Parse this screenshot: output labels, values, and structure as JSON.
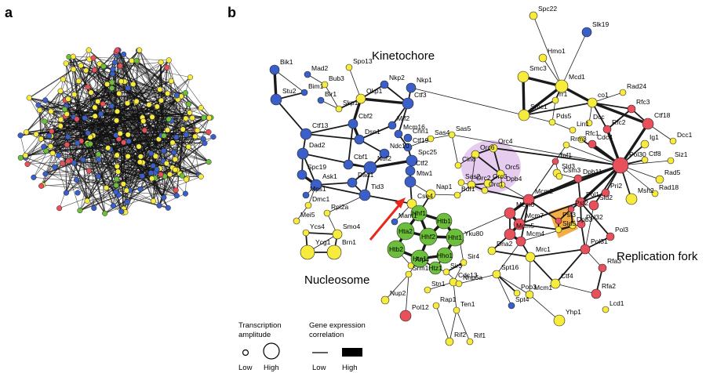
{
  "panels": {
    "a": "a",
    "b": "b"
  },
  "colors": {
    "blue": "#3a5fc8",
    "red": "#e8505b",
    "yellow": "#f7ec3b",
    "green": "#6cbf3a",
    "edge": "#1a1a1a",
    "halo": "#e2c4ec",
    "square": "#f2a93b",
    "arrow": "#e8281c"
  },
  "regions": {
    "kinetochore": "Kinetochore",
    "nucleosome": "Nucleosome",
    "replication_fork": "Replication fork"
  },
  "legend": {
    "amp_title_1": "Transcription",
    "amp_title_2": "amplitude",
    "corr_title_1": "Gene expression",
    "corr_title_2": "correlation",
    "amp_low": "Low",
    "amp_high": "High",
    "corr_low": "Low",
    "corr_high": "High"
  },
  "gene_labels": [
    "Spc22",
    "Slk19",
    "Hmo1",
    "Smc3",
    "Mcd1",
    "Smc1",
    "rr1",
    "Pds5",
    "Lin1",
    "co1",
    "Rad24",
    "Rfc3",
    "Dcc",
    "Ctf18",
    "Rfc2",
    "Cdc4",
    "Rfc1",
    "Dcc1",
    "Ig1",
    "Ctf8",
    "Rrm3",
    "Pol30",
    "Siz1",
    "Rad5",
    "Rad18",
    "Msh2",
    "Sld2",
    "Pri2",
    "Pol1",
    "Pol32",
    "Pol3",
    "Pol31",
    "Rfa3",
    "Rfa2",
    "Ctf4",
    "Lcd1",
    "Yhp1",
    "Mcm1",
    "Pob3",
    "Spt4",
    "Spt16",
    "Cdc13",
    "Rap1",
    "Ten1",
    "Rif2",
    "Rif1",
    "Pol12",
    "Nup2",
    "Srm1",
    "Stn1",
    "Nhp6a",
    "Sir3",
    "Sir4",
    "Arp4",
    "Yku80",
    "Dna2",
    "Mrc1",
    "Mcm5",
    "Mcm7",
    "Mcm6",
    "Mcm2",
    "Mcm4",
    "Psf2",
    "Psf3",
    "Sld5",
    "Dpb3",
    "Dpb11",
    "Orc1",
    "Orc2",
    "Orc3",
    "Orc4",
    "Orc5",
    "Orc6",
    "Dpb4",
    "Sld3",
    "Csm3",
    "Tof1",
    "Bik1",
    "Mad2",
    "Spo13",
    "Stu2",
    "Bim1",
    "Bub3",
    "Bir1",
    "Skp1",
    "Okp1",
    "Nkp2",
    "Nkp1",
    "Ctf3",
    "Mcm16",
    "Mif2",
    "Cnn1",
    "Ctf19",
    "Ctf13",
    "Cbf2",
    "Dad2",
    "Cbf1",
    "Nuf2",
    "Spc19",
    "Ask1",
    "Dad1",
    "Dsn1",
    "Mps1",
    "Tid3",
    "Dmc1",
    "Mei5",
    "Rpl2a",
    "Ycs4",
    "Smo4",
    "Ycg1",
    "Brn1",
    "Mam1",
    "Cse4",
    "Hhf1",
    "Hta2",
    "Hhf2",
    "Htb1",
    "Hht1",
    "Htb2",
    "Hta1",
    "Hho1",
    "Htz1",
    "Nap1",
    "Sas2",
    "Sas4",
    "Sas5",
    "Bdf1",
    "Spc25",
    "Ctf2",
    "Cin8",
    "Mtw1",
    "Ndc10"
  ]
}
